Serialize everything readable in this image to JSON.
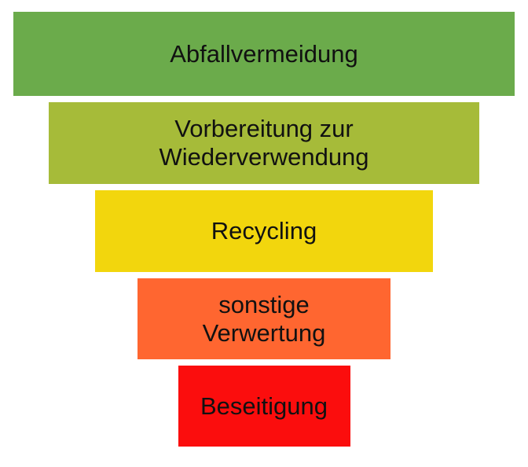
{
  "diagram": {
    "type": "inverted-pyramid",
    "text_color": "#111111",
    "background": "#FFFFFF"
  },
  "levels": [
    {
      "label": "Abfallvermeidung",
      "lines": [
        "Abfallvermeidung"
      ],
      "color": "#6BAB4B"
    },
    {
      "label": "Vorbereitung zur Wiederverwendung",
      "lines": [
        "Vorbereitung zur",
        "Wiederverwendung"
      ],
      "color": "#A6BB39"
    },
    {
      "label": "Recycling",
      "lines": [
        "Recycling"
      ],
      "color": "#F2D60D"
    },
    {
      "label": "sonstige Verwertung",
      "lines": [
        "sonstige",
        "Verwertung"
      ],
      "color": "#FF6630"
    },
    {
      "label": "Beseitigung",
      "lines": [
        "Beseitigung"
      ],
      "color": "#FB0D0D"
    }
  ]
}
